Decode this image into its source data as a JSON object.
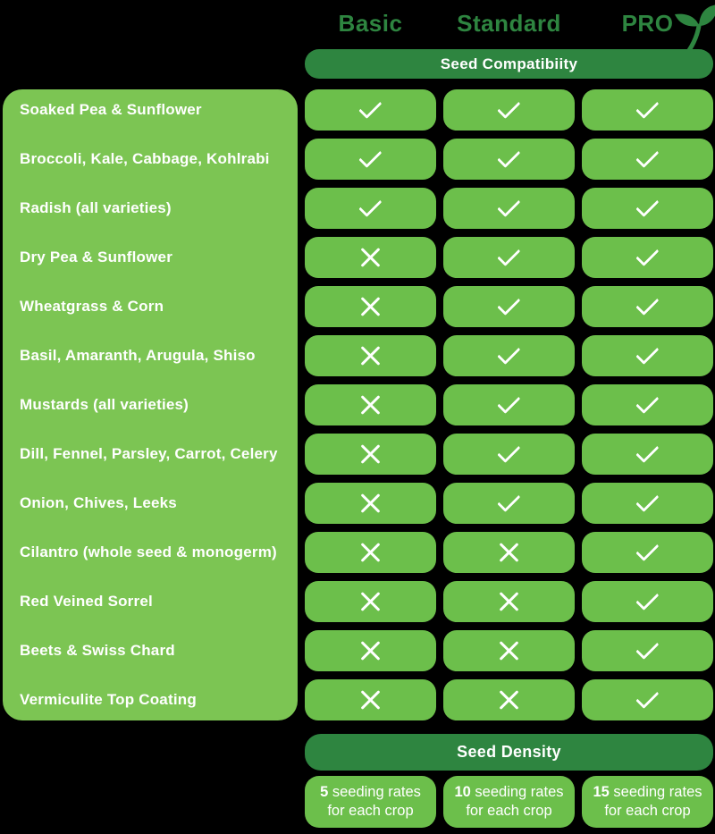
{
  "colors": {
    "background": "#000000",
    "dark_green": "#2e8540",
    "cell_green": "#6cbf4b",
    "panel_green": "#7cc553",
    "text_white": "#ffffff"
  },
  "header": {
    "plans": [
      {
        "name": "Basic"
      },
      {
        "name": "Standard"
      },
      {
        "name": "PRO"
      }
    ],
    "pro_icon": "sprout-icon"
  },
  "compatibility": {
    "title": "Seed Compatibiity",
    "rows": [
      {
        "label": "Soaked Pea & Sunflower",
        "marks": [
          "yes",
          "yes",
          "yes"
        ]
      },
      {
        "label": "Broccoli, Kale, Cabbage, Kohlrabi",
        "marks": [
          "yes",
          "yes",
          "yes"
        ]
      },
      {
        "label": "Radish (all varieties)",
        "marks": [
          "yes",
          "yes",
          "yes"
        ]
      },
      {
        "label": "Dry Pea & Sunflower",
        "marks": [
          "no",
          "yes",
          "yes"
        ]
      },
      {
        "label": "Wheatgrass & Corn",
        "marks": [
          "no",
          "yes",
          "yes"
        ]
      },
      {
        "label": "Basil, Amaranth, Arugula, Shiso",
        "marks": [
          "no",
          "yes",
          "yes"
        ]
      },
      {
        "label": "Mustards (all varieties)",
        "marks": [
          "no",
          "yes",
          "yes"
        ]
      },
      {
        "label": "Dill, Fennel, Parsley, Carrot, Celery",
        "marks": [
          "no",
          "yes",
          "yes"
        ]
      },
      {
        "label": "Onion, Chives, Leeks",
        "marks": [
          "no",
          "yes",
          "yes"
        ]
      },
      {
        "label": "Cilantro (whole seed & monogerm)",
        "marks": [
          "no",
          "no",
          "yes"
        ]
      },
      {
        "label": "Red Veined Sorrel",
        "marks": [
          "no",
          "no",
          "yes"
        ]
      },
      {
        "label": "Beets & Swiss Chard",
        "marks": [
          "no",
          "no",
          "yes"
        ]
      },
      {
        "label": "Vermiculite Top Coating",
        "marks": [
          "no",
          "no",
          "yes"
        ]
      }
    ]
  },
  "density": {
    "title": "Seed Density",
    "cells": [
      {
        "count": "5",
        "suffix": " seeding rates",
        "line2": "for each crop"
      },
      {
        "count": "10",
        "suffix": " seeding rates",
        "line2": "for each crop"
      },
      {
        "count": "15",
        "suffix": " seeding rates",
        "line2": "for each crop"
      }
    ]
  }
}
